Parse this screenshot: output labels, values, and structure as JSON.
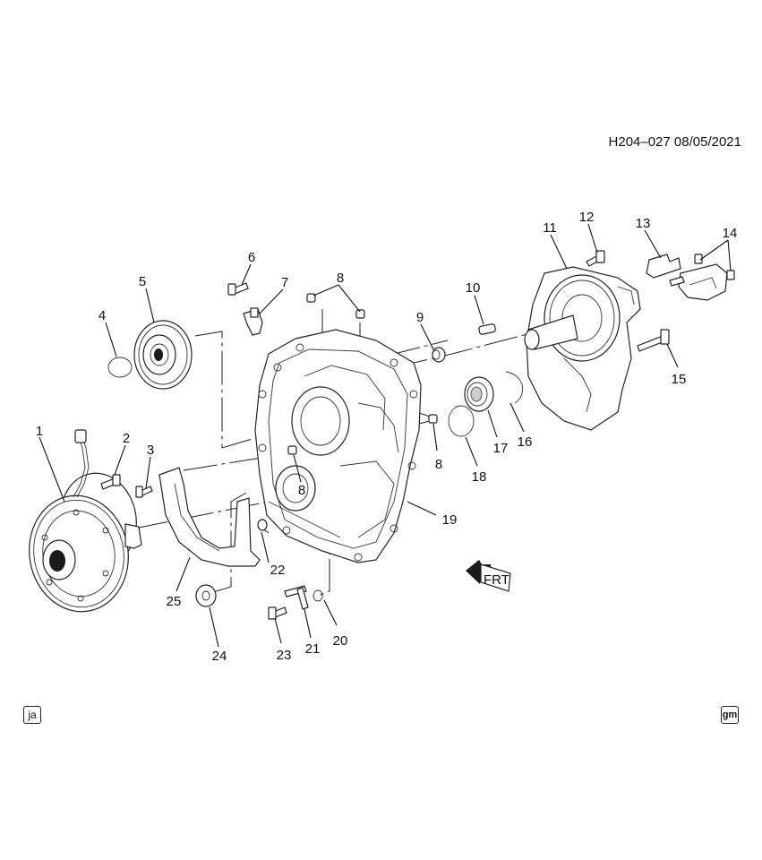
{
  "header": {
    "code": "H204–027  08/05/2021"
  },
  "callouts": [
    {
      "id": "c1",
      "label": "1"
    },
    {
      "id": "c2",
      "label": "2"
    },
    {
      "id": "c3",
      "label": "3"
    },
    {
      "id": "c4",
      "label": "4"
    },
    {
      "id": "c5",
      "label": "5"
    },
    {
      "id": "c6",
      "label": "6"
    },
    {
      "id": "c7",
      "label": "7"
    },
    {
      "id": "c8a",
      "label": "8"
    },
    {
      "id": "c8b",
      "label": "8"
    },
    {
      "id": "c8c",
      "label": "8"
    },
    {
      "id": "c9",
      "label": "9"
    },
    {
      "id": "c10",
      "label": "10"
    },
    {
      "id": "c11",
      "label": "11"
    },
    {
      "id": "c12",
      "label": "12"
    },
    {
      "id": "c13",
      "label": "13"
    },
    {
      "id": "c14",
      "label": "14"
    },
    {
      "id": "c15",
      "label": "15"
    },
    {
      "id": "c16",
      "label": "16"
    },
    {
      "id": "c17",
      "label": "17"
    },
    {
      "id": "c18",
      "label": "18"
    },
    {
      "id": "c19",
      "label": "19"
    },
    {
      "id": "c20",
      "label": "20"
    },
    {
      "id": "c21",
      "label": "21"
    },
    {
      "id": "c22",
      "label": "22"
    },
    {
      "id": "c23",
      "label": "23"
    },
    {
      "id": "c24",
      "label": "24"
    },
    {
      "id": "c25",
      "label": "25"
    }
  ],
  "front_arrow": {
    "label": "FRT"
  },
  "footer": {
    "left_badge": "ja",
    "right_badge": "gm"
  }
}
